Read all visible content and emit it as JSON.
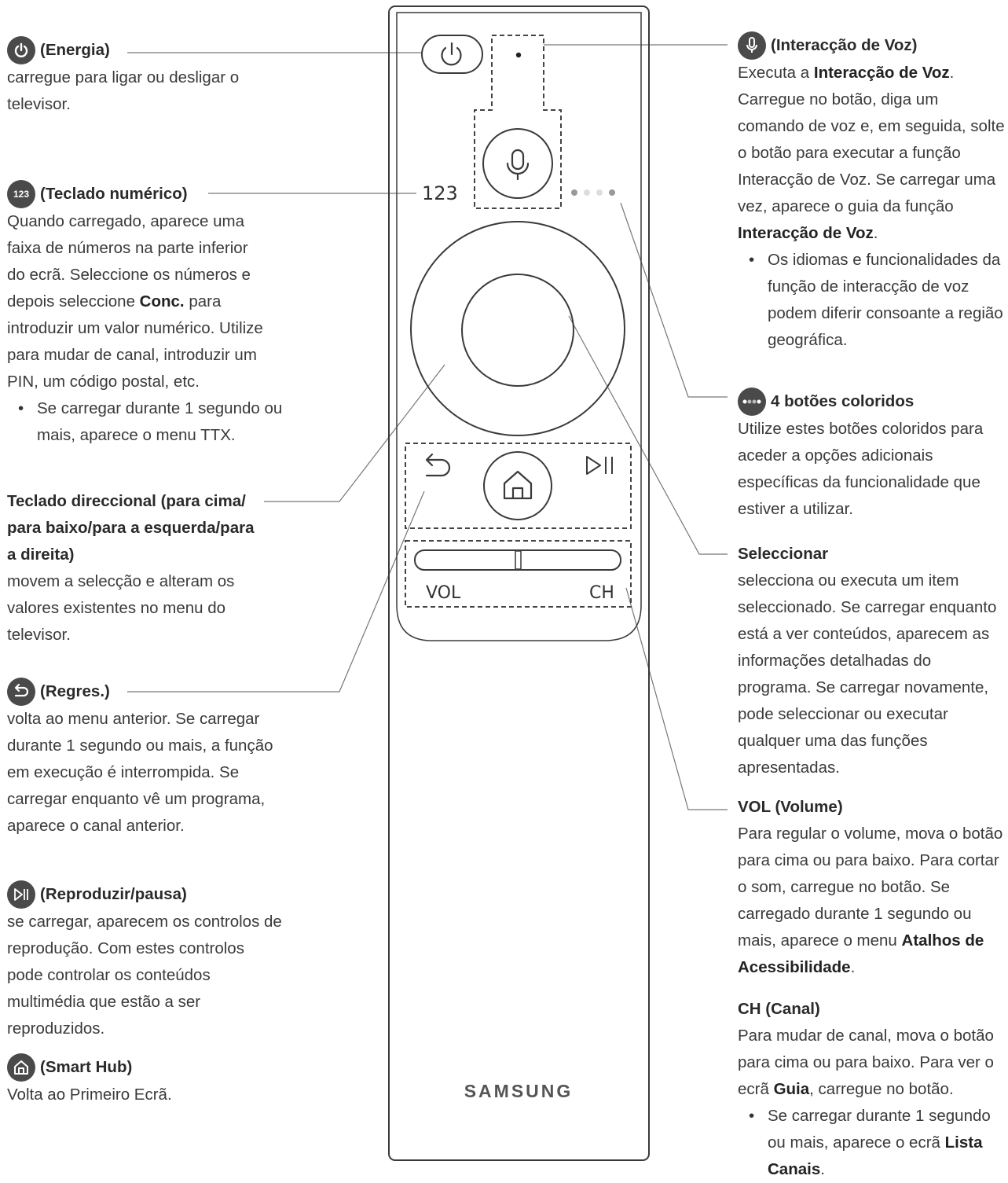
{
  "left": {
    "power": {
      "title": "(Energia)",
      "desc": "carregue para ligar ou desligar o televisor."
    },
    "numeric": {
      "title": "(Teclado numérico)",
      "badge": "123",
      "desc_1": "Quando carregado, aparece uma faixa de números na parte inferior do ecrã. Seleccione os números e depois seleccione ",
      "desc_bold": "Conc.",
      "desc_2": " para introduzir um valor numérico. Utilize para mudar de canal, introduzir um PIN, um código postal, etc.",
      "bullet": "Se carregar durante 1 segundo ou mais, aparece o menu TTX."
    },
    "directional": {
      "title": "Teclado direccional (para cima/ para baixo/para a esquerda/para a direita)",
      "desc": "movem a selecção e alteram os valores existentes no menu do televisor."
    },
    "back": {
      "title": "(Regres.)",
      "desc": "volta ao menu anterior. Se carregar durante 1 segundo ou mais, a função em execução é interrompida. Se carregar enquanto vê um programa, aparece o canal anterior."
    },
    "play": {
      "title": "(Reproduzir/pausa)",
      "desc": "se carregar, aparecem os controlos de reprodução. Com estes controlos pode controlar os conteúdos multimédia que estão a ser reproduzidos."
    },
    "home": {
      "title": "(Smart Hub)",
      "desc": "Volta ao Primeiro Ecrã."
    }
  },
  "right": {
    "voice": {
      "title": "(Interacção de Voz)",
      "d1": "Executa a ",
      "d1b": "Interacção de Voz",
      "d1e": ".",
      "d2": " Carregue no botão, diga um comando de voz e, em seguida, solte o botão para executar a função Interacção de Voz. Se carregar uma vez, aparece o guia da função ",
      "d2b": "Interacção de Voz",
      "d2e": ".",
      "bullet": "Os idiomas e funcionalidades da função de interacção de voz podem diferir consoante a região geográfica."
    },
    "colors": {
      "title": "4 botões coloridos",
      "desc": "Utilize estes botões coloridos para aceder a opções adicionais específicas da funcionalidade que estiver a utilizar."
    },
    "select": {
      "title": "Seleccionar",
      "desc": "selecciona ou executa um item seleccionado. Se carregar enquanto está a ver conteúdos, aparecem as informações detalhadas do programa. Se carregar novamente, pode seleccionar ou executar qualquer uma das funções apresentadas."
    },
    "vol": {
      "title": "VOL (Volume)",
      "d1": "Para regular o volume, mova o botão para cima ou para baixo. Para cortar o som, carregue no botão. Se carregado durante 1 segundo ou mais, aparece o menu ",
      "d1b": "Atalhos de Acessibilidade",
      "d1e": "."
    },
    "ch": {
      "title": "CH (Canal)",
      "d1": "Para mudar de canal, mova o botão para cima ou para baixo. Para ver o ecrã ",
      "d1b": "Guia",
      "d1e": ", carregue no botão.",
      "bullet_1": "Se carregar durante 1 segundo ou mais, aparece o ecrã ",
      "bullet_b": "Lista Canais",
      "bullet_e": "."
    }
  },
  "remote": {
    "num_label": "123",
    "vol_label": "VOL",
    "ch_label": "CH",
    "brand": "SAMSUNG"
  }
}
